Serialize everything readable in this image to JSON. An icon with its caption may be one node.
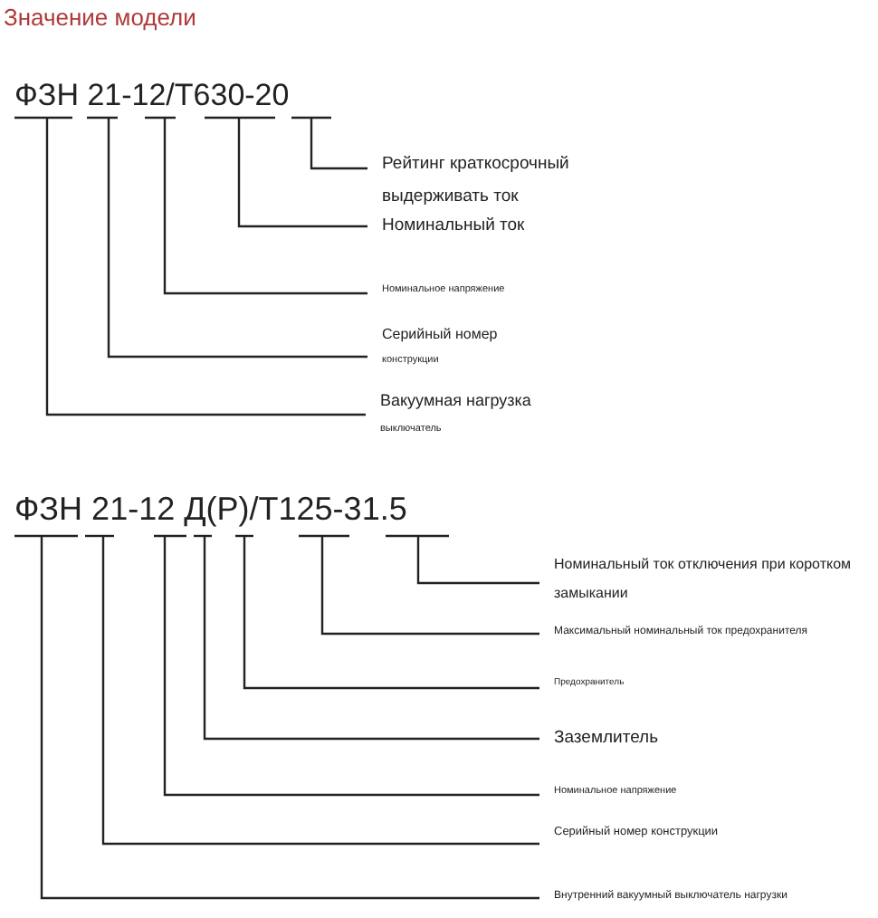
{
  "diagram": {
    "title": "Значение модели",
    "nodes": [
      {
        "text": [
          "ФЗН 21-12/Т630-20"
        ]
      },
      {
        "text": [
          "Рейтинг краткосрочный выдерживать ток"
        ]
      },
      {
        "text": [
          "Номинальный ток"
        ]
      },
      {
        "text": [
          "Номинальное напряжение"
        ]
      },
      {
        "text": [
          "Серийный номер",
          "конструкции"
        ]
      },
      {
        "text": [
          "Вакуумная нагрузка",
          "выключатель"
        ]
      },
      {
        "text": [
          "ФЗН 21-12 Д(Р)/Т125-31.5"
        ]
      },
      {
        "text": [
          "Номинальный ток отключения при коротком замыкании"
        ]
      },
      {
        "text": [
          "Максимальный номинальный ток предохранителя"
        ]
      },
      {
        "text": [
          "Предохранитель"
        ]
      },
      {
        "text": [
          "Заземлитель"
        ]
      },
      {
        "text": [
          "Номинальное напряжение"
        ]
      },
      {
        "text": [
          "Серийный номер конструкции"
        ]
      },
      {
        "text": [
          "Внутренний вакуумный выключатель нагрузки"
        ]
      }
    ],
    "edges": [
      {
        "from": 0,
        "to": 1,
        "arrow": "none"
      },
      {
        "from": 0,
        "to": 2,
        "arrow": "none"
      },
      {
        "from": 0,
        "to": 3,
        "arrow": "none"
      },
      {
        "from": 0,
        "to": 4,
        "arrow": "none"
      },
      {
        "from": 0,
        "to": 5,
        "arrow": "none"
      },
      {
        "from": 6,
        "to": 7,
        "arrow": "none"
      },
      {
        "from": 6,
        "to": 8,
        "arrow": "none"
      },
      {
        "from": 6,
        "to": 9,
        "arrow": "none"
      },
      {
        "from": 6,
        "to": 10,
        "arrow": "none"
      },
      {
        "from": 6,
        "to": 11,
        "arrow": "none"
      },
      {
        "from": 6,
        "to": 12,
        "arrow": "none"
      },
      {
        "from": 6,
        "to": 13,
        "arrow": "none"
      }
    ]
  }
}
